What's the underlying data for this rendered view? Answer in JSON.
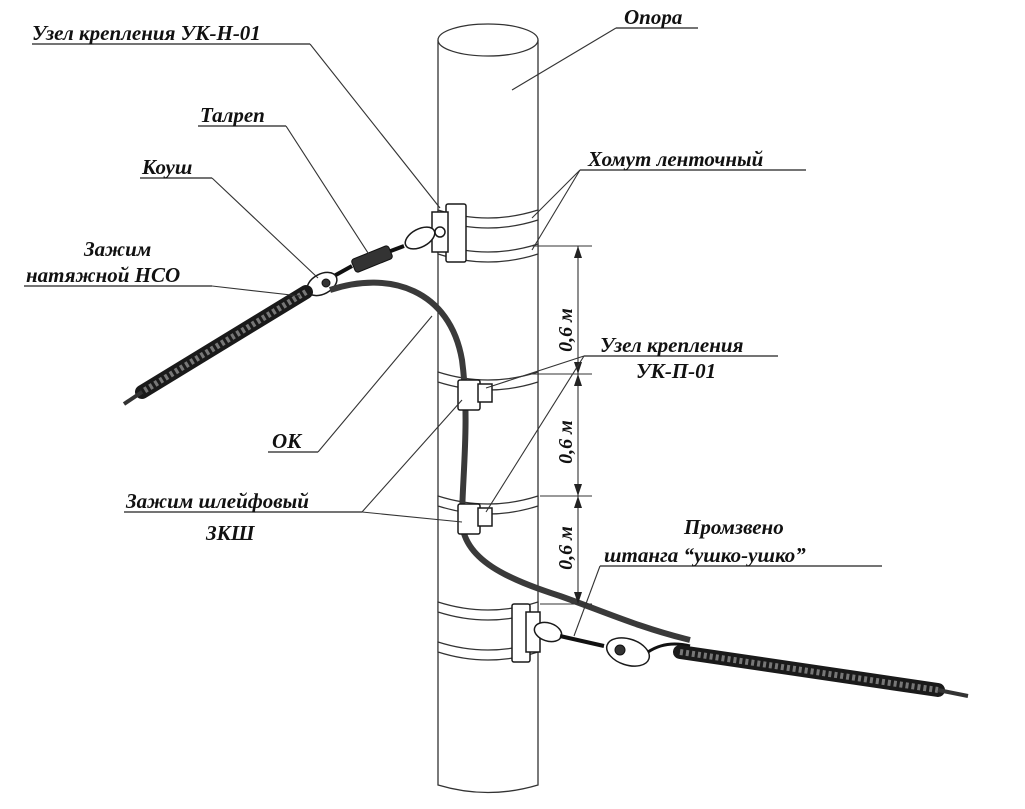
{
  "labels": {
    "uzel_uk_n": "Узел крепления УК-Н-01",
    "opora": "Опора",
    "talrep": "Талреп",
    "koush": "Коуш",
    "zazhim_nso_1": "Зажим",
    "zazhim_nso_2": "натяжной НСО",
    "khomut": "Хомут ленточный",
    "uzel_uk_p_1": "Узел крепления",
    "uzel_uk_p_2": "УК-П-01",
    "ok": "ОК",
    "zazhim_zksh_1": "Зажим шлейфовый",
    "zazhim_zksh_2": "ЗКШ",
    "promzveno_1": "Промзвено",
    "promzveno_2": "штанга “ушко-ушко”"
  },
  "dimensions": [
    "0,6 м",
    "0,6 м",
    "0,6 м"
  ]
}
